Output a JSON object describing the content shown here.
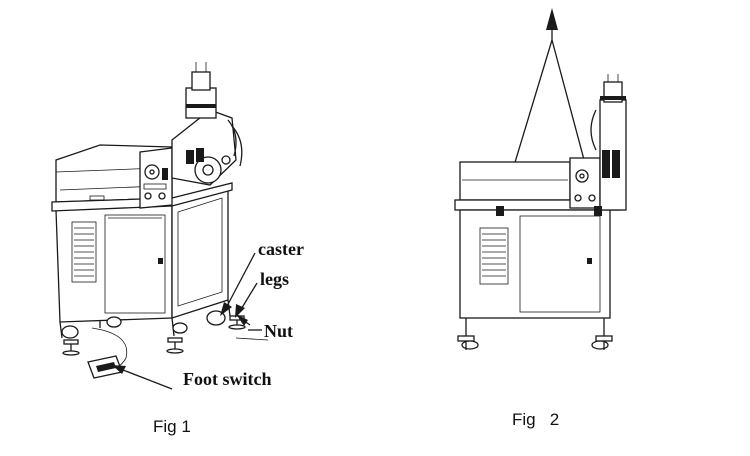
{
  "labels": {
    "caster": "caster",
    "legs": "legs",
    "nut": "Nut",
    "foot_switch": "Foot switch",
    "fig1": "Fig 1",
    "fig2": "Fig   2"
  }
}
